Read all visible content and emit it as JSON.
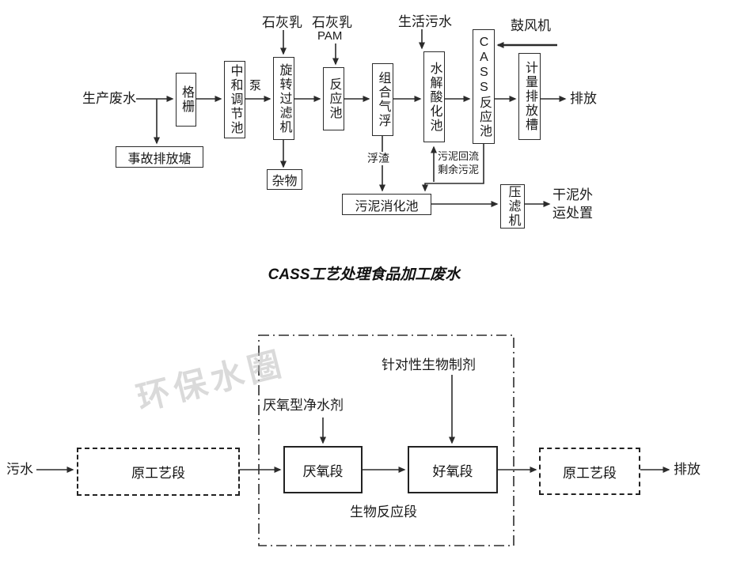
{
  "top": {
    "caption": "CASS工艺处理食品加工废水",
    "production_wastewater": "生产废水",
    "bar_screen": "格栅",
    "emergency_pond": "事故排放塘",
    "neutralization_tank": "中和调节池",
    "pump": "泵",
    "rotary_filter": "旋转过滤机",
    "debris": "杂物",
    "lime_milk_1": "石灰乳",
    "lime_milk_2": "石灰乳",
    "pam": "PAM",
    "reaction_tank": "反应池",
    "air_flotation": "组合气浮",
    "scum": "浮渣",
    "domestic_sewage": "生活污水",
    "hydrolysis_tank": "水解酸化池",
    "cass_tank": "CASS反应池",
    "blower": "鼓风机",
    "sludge_return": "污泥回流",
    "excess_sludge": "剩余污泥",
    "sludge_digestion_tank": "污泥消化池",
    "metering_discharge_tank": "计量排放槽",
    "discharge": "排放",
    "filter_press": "压滤机",
    "dry_sludge_disposal": "干泥外运处置"
  },
  "bottom": {
    "watermark": "环保水圈",
    "influent": "污水",
    "original_stage_left": "原工艺段",
    "anaerobic_stage": "厌氧段",
    "aerobic_stage": "好氧段",
    "original_stage_right": "原工艺段",
    "discharge": "排放",
    "anaerobic_agent": "厌氧型净水剂",
    "targeted_bio_agent": "针对性生物制剂",
    "bio_reaction_section": "生物反应段"
  }
}
